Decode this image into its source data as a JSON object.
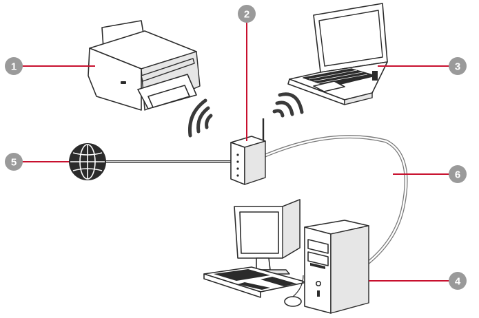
{
  "colors": {
    "callout_badge": "#9a9a9a",
    "leader_line": "#c8102e",
    "device_outline": "#2b2b2b",
    "cable": "#b0b0b0"
  },
  "callouts": [
    {
      "id": "printer",
      "number": "1"
    },
    {
      "id": "router",
      "number": "2"
    },
    {
      "id": "laptop",
      "number": "3"
    },
    {
      "id": "desktop",
      "number": "4"
    },
    {
      "id": "internet",
      "number": "5"
    },
    {
      "id": "cable",
      "number": "6"
    }
  ]
}
